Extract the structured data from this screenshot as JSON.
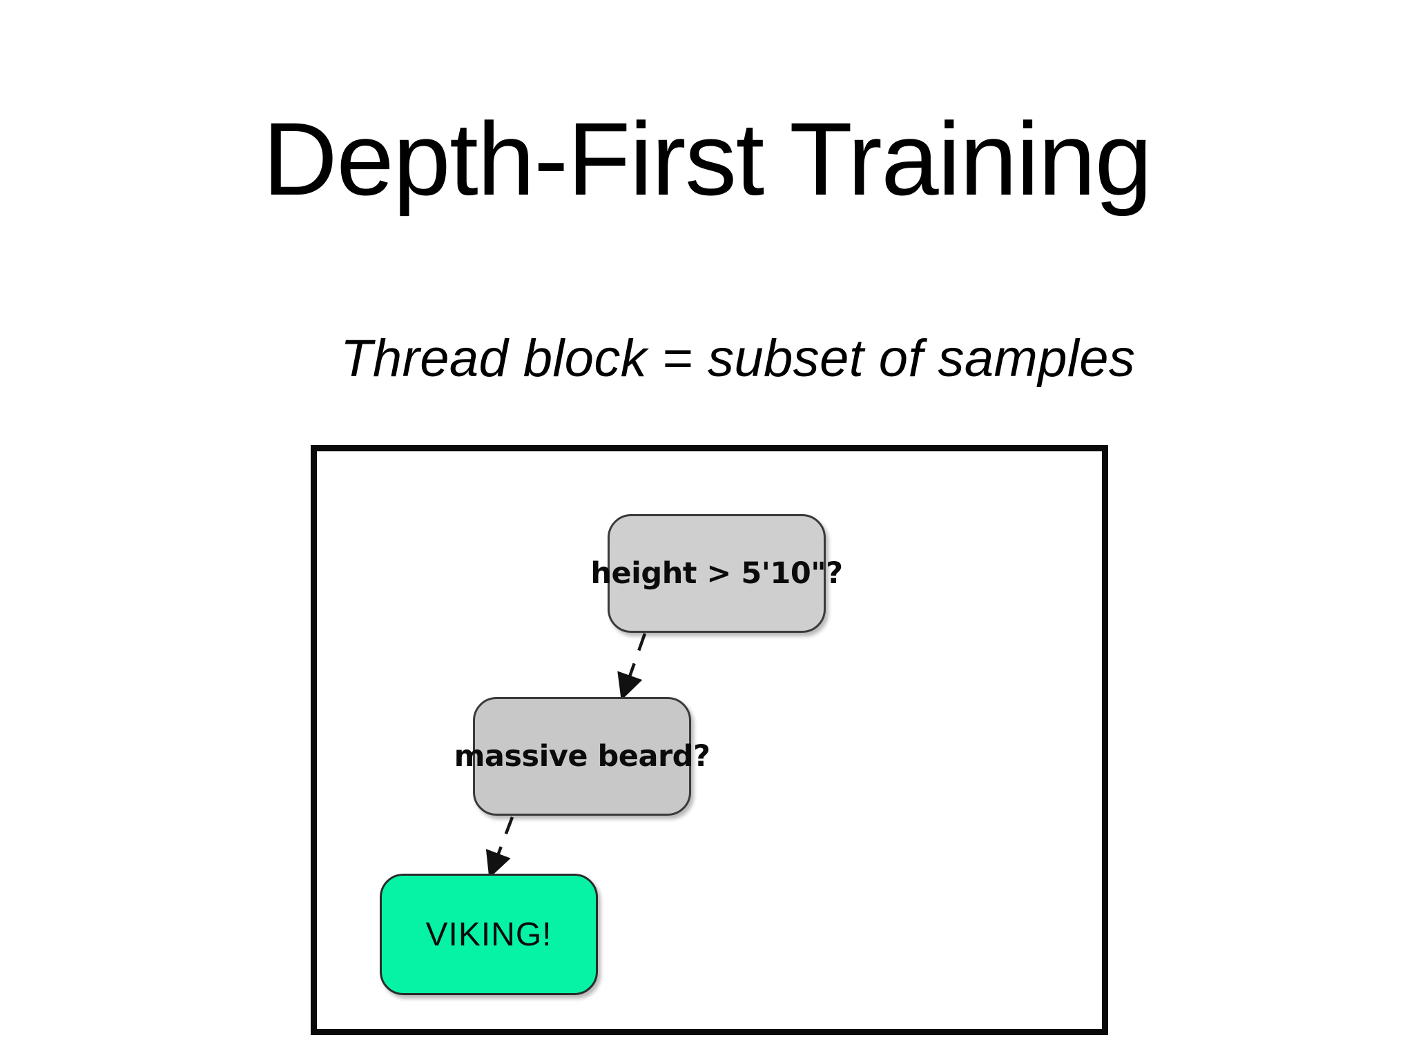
{
  "slide": {
    "title": "Depth-First Training",
    "subtitle": "Thread block = subset of samples",
    "background_color": "#ffffff",
    "text_color": "#000000"
  },
  "thread_block": {
    "frame_border_color": "#0a0a0a",
    "frame_fill_color": "#ffffff"
  },
  "decision_tree": {
    "edge_style": "dashed",
    "edge_color": "#1a1a1a",
    "arrowhead": "filled-triangle",
    "nodes": [
      {
        "id": "height",
        "label": "height > 5'10\"?",
        "kind": "decision",
        "fill_color": "#cfcfcf",
        "border_color": "#3a3a3a"
      },
      {
        "id": "beard",
        "label": "massive beard?",
        "kind": "decision",
        "fill_color": "#c8c8c8",
        "border_color": "#3a3a3a"
      },
      {
        "id": "viking",
        "label": "VIKING!",
        "kind": "leaf",
        "fill_color": "#06f3a6",
        "border_color": "#2b2b2b"
      }
    ],
    "edges": [
      {
        "from": "height",
        "to": "beard"
      },
      {
        "from": "beard",
        "to": "viking"
      }
    ]
  }
}
